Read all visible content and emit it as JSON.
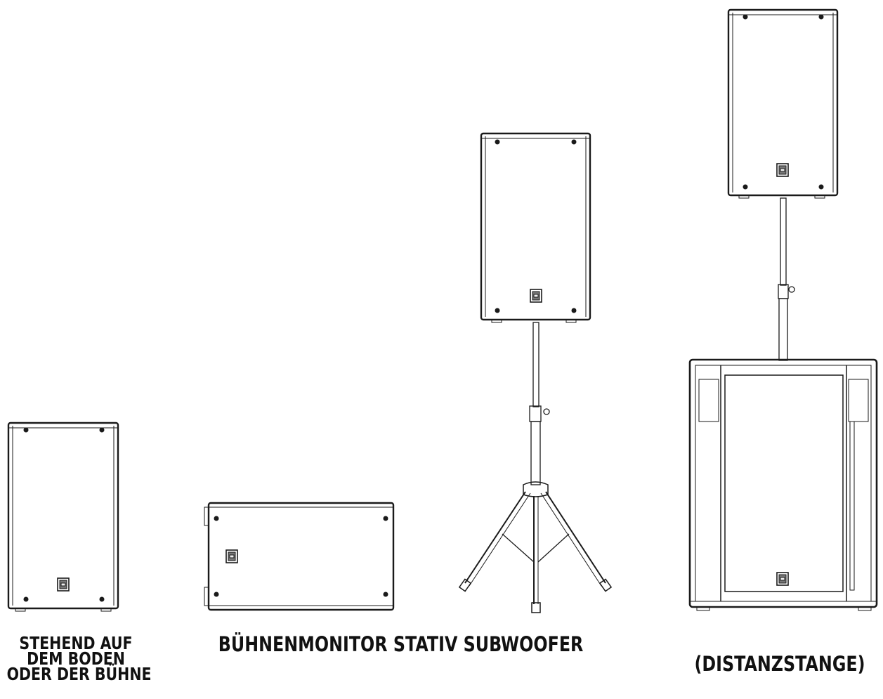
{
  "labels": {
    "floor_line1": "STEHEND AUF",
    "floor_line2": "DEM BODEN",
    "floor_line3": "ODER DER BÜHNE",
    "row": "BÜHNENMONITOR STATIV SUBWOOFER",
    "pole": "(DISTANZSTANGE)"
  },
  "colors": {
    "line": "#1a1a1a",
    "background": "#ffffff"
  },
  "icons": {
    "speaker_logo": "speaker-logo-icon",
    "mounting_screw": "screw-icon",
    "pole_clamp": "clamp-knob-icon"
  }
}
